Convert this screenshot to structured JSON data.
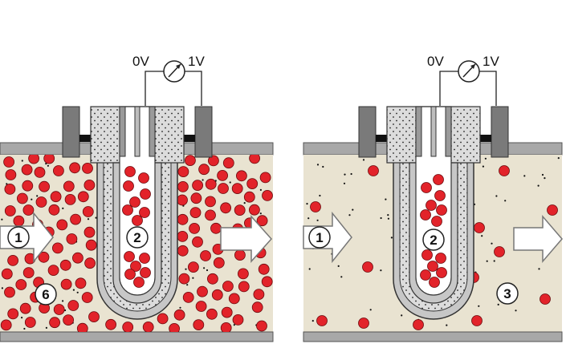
{
  "colors": {
    "liquid": "#e9e3d1",
    "particle": "#e2232a",
    "wall": "#a8a8a8",
    "membrane": "#c7c7c7",
    "probe_fill": "#dcdcdc",
    "flange": "#7a7a7a",
    "outline": "#333333",
    "lumen": "#ffffff"
  },
  "left_panel": {
    "meter": {
      "left_label": "0V",
      "right_label": "1V",
      "icon": "voltmeter-icon"
    },
    "callouts": {
      "inflow": "1",
      "inside": "2",
      "particles": "6"
    },
    "particle_density": "high"
  },
  "right_panel": {
    "meter": {
      "left_label": "0V",
      "right_label": "1V",
      "icon": "voltmeter-icon"
    },
    "callouts": {
      "inflow": "1",
      "inside": "2",
      "liquid": "3"
    },
    "particle_density": "low"
  }
}
